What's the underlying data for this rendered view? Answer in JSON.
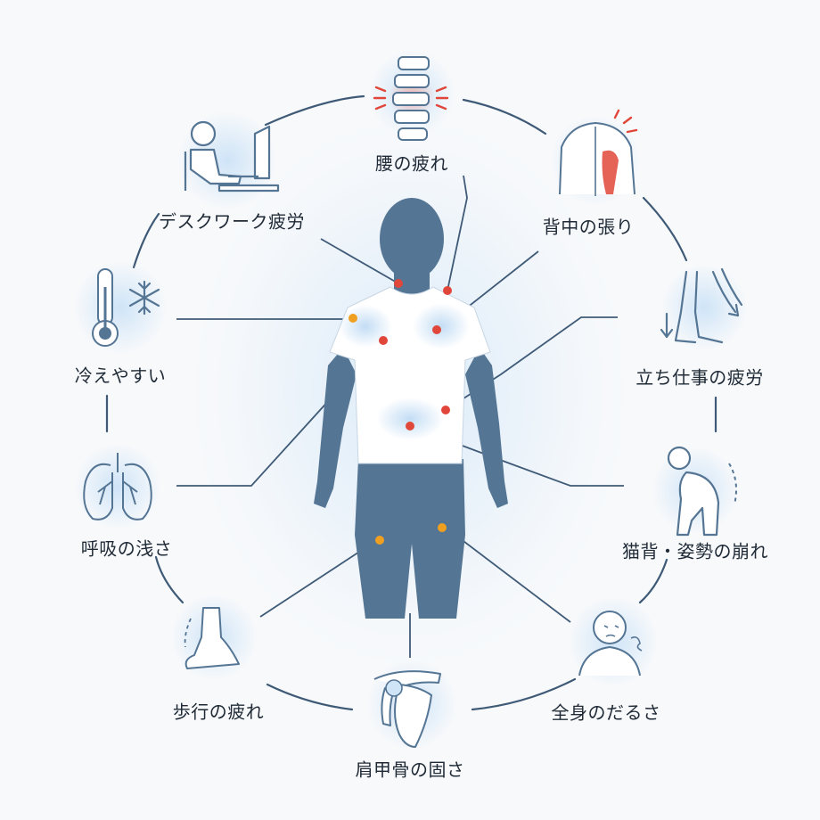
{
  "labels": {
    "lower_back": "腰の疲れ",
    "back_tension": "背中の張り",
    "standing_work": "立ち仕事の疲労",
    "posture": "猫背・姿勢の崩れ",
    "whole_body": "全身のだるさ",
    "shoulder_blade": "肩甲骨の固さ",
    "walking": "歩行の疲れ",
    "breathing": "呼吸の浅さ",
    "cold": "冷えやすい",
    "desk_work": "デスクワーク疲労"
  },
  "colors": {
    "figure": "#557594",
    "line": "#3f5a76",
    "red_dot": "#e0473a",
    "orange_dot": "#f0a020",
    "glow": "#cfe4f7",
    "text": "#1f2a36"
  },
  "icons": {
    "lower_back": "spine-icon",
    "back_tension": "back-muscle-icon",
    "standing_work": "legs-icon",
    "posture": "hunched-posture-icon",
    "whole_body": "tired-person-icon",
    "shoulder_blade": "scapula-icon",
    "walking": "foot-icon",
    "breathing": "lungs-icon",
    "cold": "thermometer-snowflake-icon",
    "desk_work": "desk-worker-icon"
  }
}
